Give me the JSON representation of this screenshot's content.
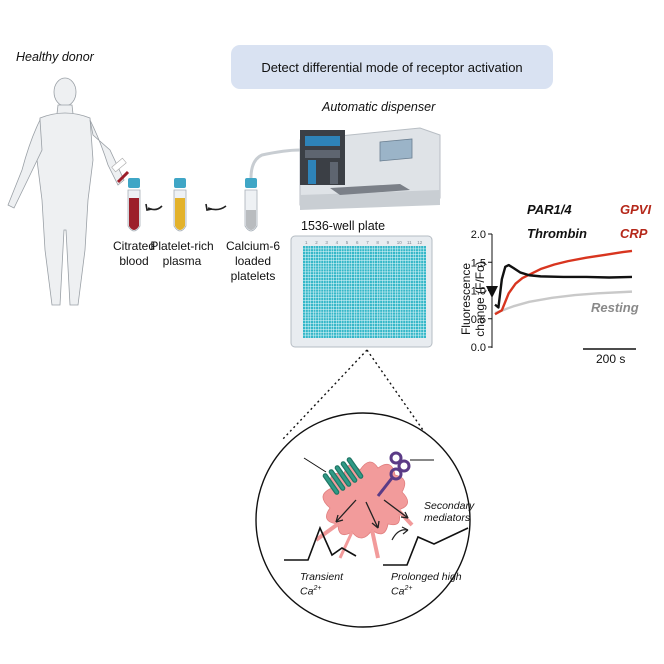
{
  "header": {
    "donor_label": "Healthy donor",
    "banner_text": "Detect differential mode of receptor activation",
    "dispenser_label": "Automatic dispenser",
    "plate_label": "1536-well plate"
  },
  "tubes": [
    {
      "label_line1": "Citrated",
      "label_line2": "blood",
      "color": "#9c1f2a"
    },
    {
      "label_line1": "Platelet-rich",
      "label_line2": "plasma",
      "color": "#e3b22b"
    },
    {
      "label_line1": "Calcium-6",
      "label_line2": "loaded",
      "label_line3": "platelets",
      "color": "#b9bcbf"
    }
  ],
  "plate": {
    "well_color": "#35b7c8",
    "column_labels": [
      "1",
      "2",
      "3",
      "4",
      "5",
      "6",
      "7",
      "8",
      "9",
      "10",
      "11",
      "12"
    ]
  },
  "chart_data": {
    "type": "line",
    "ylabel": "Fluorescence change (F/Fo)",
    "yticks": [
      "0.0",
      "0.5",
      "1.0",
      "1.5",
      "2.0"
    ],
    "ylim": [
      0,
      2.0
    ],
    "xlim": [
      0,
      600
    ],
    "scale_bar": "200 s",
    "legend": {
      "par": "PAR1/4",
      "thrombin": "Thrombin",
      "gpvi": "GPVI",
      "crp": "CRP",
      "resting": "Resting"
    },
    "series": [
      {
        "name": "Thrombin",
        "color": "#111111",
        "x": [
          0,
          15,
          30,
          45,
          60,
          80,
          110,
          150,
          200,
          300,
          400,
          500,
          600
        ],
        "y": [
          0.75,
          0.7,
          1.2,
          1.42,
          1.45,
          1.4,
          1.32,
          1.27,
          1.25,
          1.24,
          1.24,
          1.23,
          1.24
        ]
      },
      {
        "name": "CRP",
        "color": "#d8351f",
        "x": [
          0,
          30,
          60,
          90,
          120,
          160,
          200,
          260,
          320,
          400,
          480,
          560,
          600
        ],
        "y": [
          0.58,
          0.65,
          0.95,
          1.12,
          1.22,
          1.3,
          1.38,
          1.46,
          1.52,
          1.58,
          1.63,
          1.68,
          1.7
        ]
      },
      {
        "name": "Resting",
        "color": "#c9c9c9",
        "x": [
          0,
          40,
          80,
          150,
          250,
          350,
          450,
          600
        ],
        "y": [
          0.6,
          0.66,
          0.72,
          0.8,
          0.87,
          0.92,
          0.95,
          0.98
        ]
      }
    ]
  },
  "inset": {
    "secondary_line1": "Secondary",
    "secondary_line2": "mediators",
    "transient_line1": "Transient",
    "transient_line2": "Ca",
    "prolonged_line1": "Prolonged high",
    "prolonged_line2": "Ca",
    "superscript": "2+",
    "platelet_color": "#f29b9b",
    "receptor1_color": "#2f9a86",
    "receptor2_color": "#5b3b86"
  }
}
